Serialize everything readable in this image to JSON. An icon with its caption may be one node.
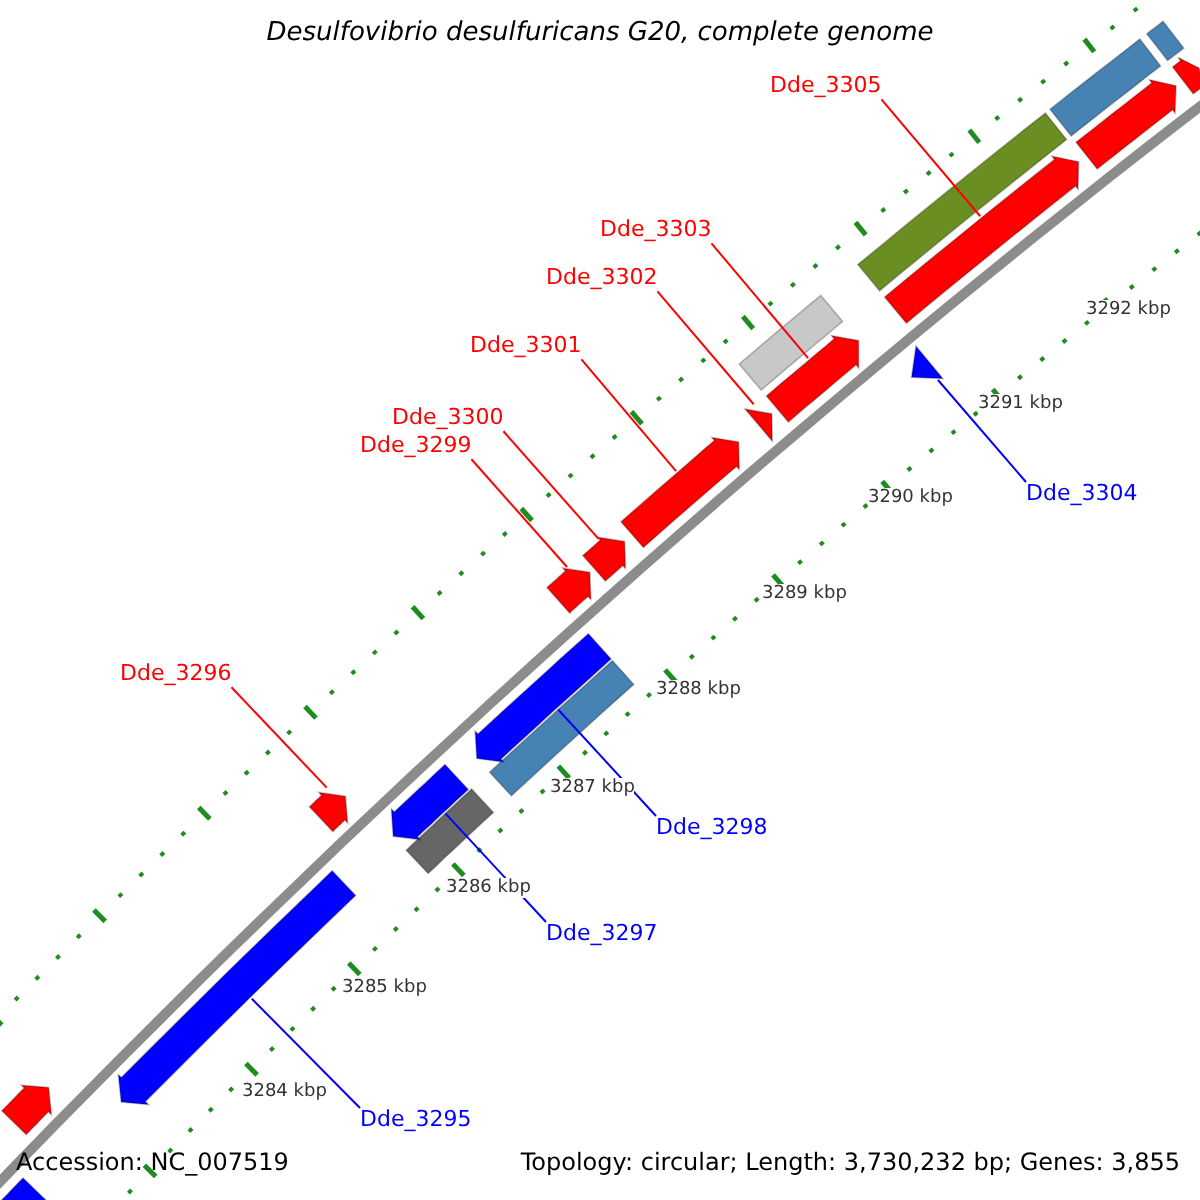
{
  "diagram": {
    "title": "Desulfovibrio desulfuricans G20, complete genome",
    "nodes": [
      {
        "text": [
          "Dde_3305"
        ]
      },
      {
        "text": [
          "Dde_3303"
        ]
      },
      {
        "text": [
          "Dde_3302"
        ]
      },
      {
        "text": [
          "Dde_3301"
        ]
      },
      {
        "text": [
          "Dde_3300"
        ]
      },
      {
        "text": [
          "Dde_3299"
        ]
      },
      {
        "text": [
          "Dde_3304"
        ]
      },
      {
        "text": [
          "Dde_3296"
        ]
      },
      {
        "text": [
          "Dde_3298"
        ]
      },
      {
        "text": [
          "Dde_3297"
        ]
      },
      {
        "text": [
          "Dde_3295"
        ]
      },
      {
        "text": [],
        "shape": "arrow"
      },
      {
        "text": [],
        "shape": "arrow"
      },
      {
        "text": [],
        "shape": "arrow"
      },
      {
        "text": [],
        "shape": "arrow"
      },
      {
        "text": [],
        "shape": "triangle"
      },
      {
        "text": [],
        "shape": "triangle"
      },
      {
        "text": [],
        "shape": "arrow"
      },
      {
        "text": [],
        "shape": "arrow"
      },
      {
        "text": [],
        "shape": "arrow"
      },
      {
        "text": [],
        "shape": "arrow"
      },
      {
        "text": [],
        "shape": "arrow"
      },
      {
        "text": [],
        "shape": "arrow"
      },
      {
        "text": [],
        "shape": "arrow"
      },
      {
        "text": [],
        "shape": "arrow"
      },
      {
        "text": [],
        "shape": "arrow"
      }
    ],
    "edges": [
      {
        "from": 0,
        "to": 13,
        "arrow": "none"
      },
      {
        "from": 1,
        "to": 14,
        "arrow": "none"
      },
      {
        "from": 2,
        "to": 16,
        "arrow": "none"
      },
      {
        "from": 3,
        "to": 17,
        "arrow": "none"
      },
      {
        "from": 4,
        "to": 18,
        "arrow": "none"
      },
      {
        "from": 5,
        "to": 19,
        "arrow": "none"
      },
      {
        "from": 6,
        "to": 15,
        "arrow": "none",
        "color": "#0000ff"
      },
      {
        "from": 7,
        "to": 22,
        "arrow": "none"
      },
      {
        "from": 8,
        "to": 20,
        "arrow": "none",
        "color": "#0000ff"
      },
      {
        "from": 9,
        "to": 21,
        "arrow": "none",
        "color": "#0000ff"
      },
      {
        "from": 10,
        "to": 23,
        "arrow": "none",
        "color": "#0000ff"
      }
    ],
    "labels": [
      "3292 kbp",
      "3291 kbp",
      "3290 kbp",
      "3289 kbp",
      "3288 kbp",
      "3287 kbp",
      "3286 kbp",
      "3285 kbp",
      "3284 kbp",
      "Accession: NC_007519",
      "Topology: circular; Length: 3,730,232 bp; Genes: 3,855"
    ]
  }
}
